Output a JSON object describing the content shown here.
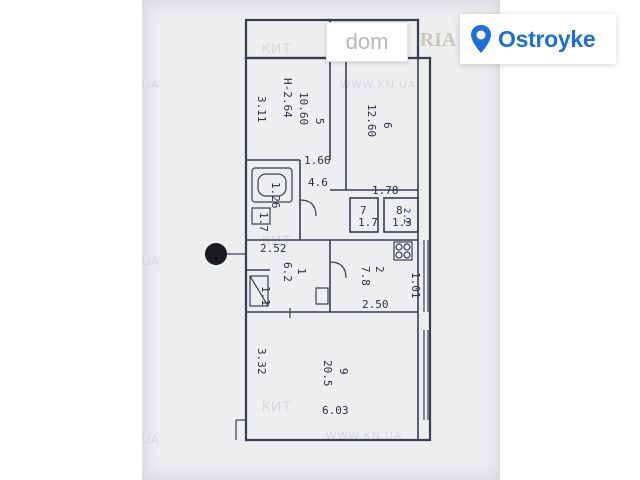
{
  "logos": {
    "dom": "dom",
    "ria": "RIA",
    "ostroyke": "Ostroyke",
    "ostroyke_color": "#1d6fd8",
    "ostroyke_icon": "location-pin-icon"
  },
  "watermarks": {
    "kit": "КИТ",
    "url": "WWW.KN.UA",
    "ua": "UA"
  },
  "plan": {
    "room5": {
      "number": "5",
      "area": "10.60",
      "height": "H-2.64",
      "width": "3.11"
    },
    "room6": {
      "number": "6",
      "area": "12.60"
    },
    "corridor": {
      "dim1": "1.66",
      "dim2": "4.6"
    },
    "bathroom": {
      "dim1": "1.26",
      "dim2": "1.7"
    },
    "storage": {
      "number": "7",
      "area": "1.7",
      "dim": "1.78"
    },
    "wc": {
      "number": "8",
      "area": "1.3"
    },
    "hall": {
      "number": "1",
      "area": "6.2",
      "width": "2.52"
    },
    "kitchen": {
      "number": "2",
      "area": "7.8",
      "width": "2.50",
      "dim": "1.01"
    },
    "entry": {
      "dim": "1.1"
    },
    "room9": {
      "number": "9",
      "area": "20.5",
      "height": "3.32",
      "width": "6.03"
    },
    "side": {
      "dim": "2.2"
    }
  }
}
